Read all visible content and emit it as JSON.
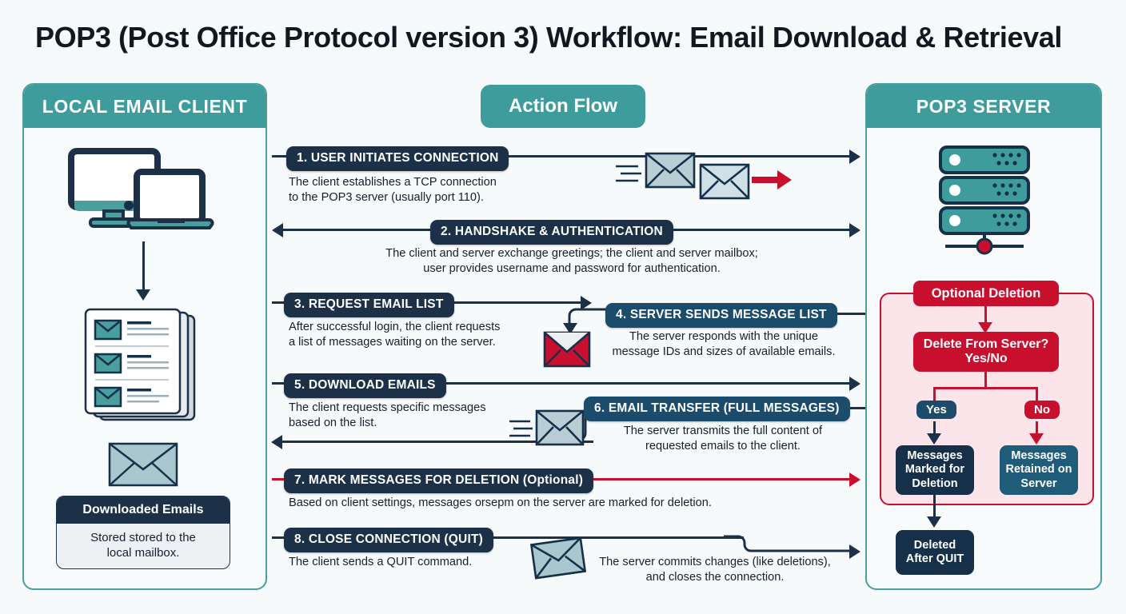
{
  "title": "POP3 (Post Office Protocol version 3) Workflow: Email Download & Retrieval",
  "colors": {
    "teal": "#3f9c9c",
    "navy": "#1c3148",
    "steel_blue": "#1f5c7a",
    "crimson": "#c8102e",
    "pink_zone": "#fbe5ea",
    "page_bg": "#f7fafa",
    "envelope_fill": "#b8cdd4"
  },
  "panels": {
    "left": {
      "header": "LOCAL EMAIL CLIENT"
    },
    "center": {
      "header": "Action Flow"
    },
    "right": {
      "header": "POP3 SERVER"
    }
  },
  "client": {
    "downloaded_card": {
      "title": "Downloaded Emails",
      "body": "Stored stored to the\nlocal mailbox."
    }
  },
  "steps": [
    {
      "label": "1. USER INITIATES CONNECTION",
      "desc": "The client establishes a TCP connection\nto the POP3 server (usually port 110).",
      "direction": "right",
      "color": "navy"
    },
    {
      "label": "2. HANDSHAKE & AUTHENTICATION",
      "desc": "The client and server exchange greetings; the client and server mailbox;\nuser provides username and password for authentication.",
      "direction": "both",
      "color": "navy"
    },
    {
      "label": "3. REQUEST EMAIL LIST",
      "desc": "After successful login, the client requests\na list of messages waiting on the server.",
      "direction": "right",
      "color": "navy"
    },
    {
      "label": "4. SERVER SENDS MESSAGE LIST",
      "desc": "The server responds with the unique\nmessage IDs and sizes of available emails.",
      "direction": "left",
      "color": "blue"
    },
    {
      "label": "5. DOWNLOAD EMAILS",
      "desc": "The client requests specific messages\nbased on the list.",
      "direction": "right",
      "color": "navy"
    },
    {
      "label": "6. EMAIL TRANSFER (FULL MESSAGES)",
      "desc": "The server transmits the full content of\nrequested emails to the client.",
      "direction": "left",
      "color": "blue"
    },
    {
      "label": "7. MARK MESSAGES FOR DELETION (Optional)",
      "desc": "Based on client settings, messages orsepm on the server are marked for deletion.",
      "direction": "right",
      "color": "navy"
    },
    {
      "label": "8. CLOSE CONNECTION (QUIT)",
      "desc": "The client sends a QUIT command.",
      "desc2": "The server commits changes (like deletions),\nand closes the connection.",
      "direction": "right",
      "color": "navy"
    }
  ],
  "server": {
    "optional_deletion_label": "Optional Deletion",
    "decision": "Delete From Server?\nYes/No",
    "yes_label": "Yes",
    "no_label": "No",
    "leaf_yes": "Messages\nMarked for\nDeletion",
    "leaf_no": "Messages\nRetained on\nServer",
    "deleted_after_quit": "Deleted\nAfter QUIT"
  }
}
